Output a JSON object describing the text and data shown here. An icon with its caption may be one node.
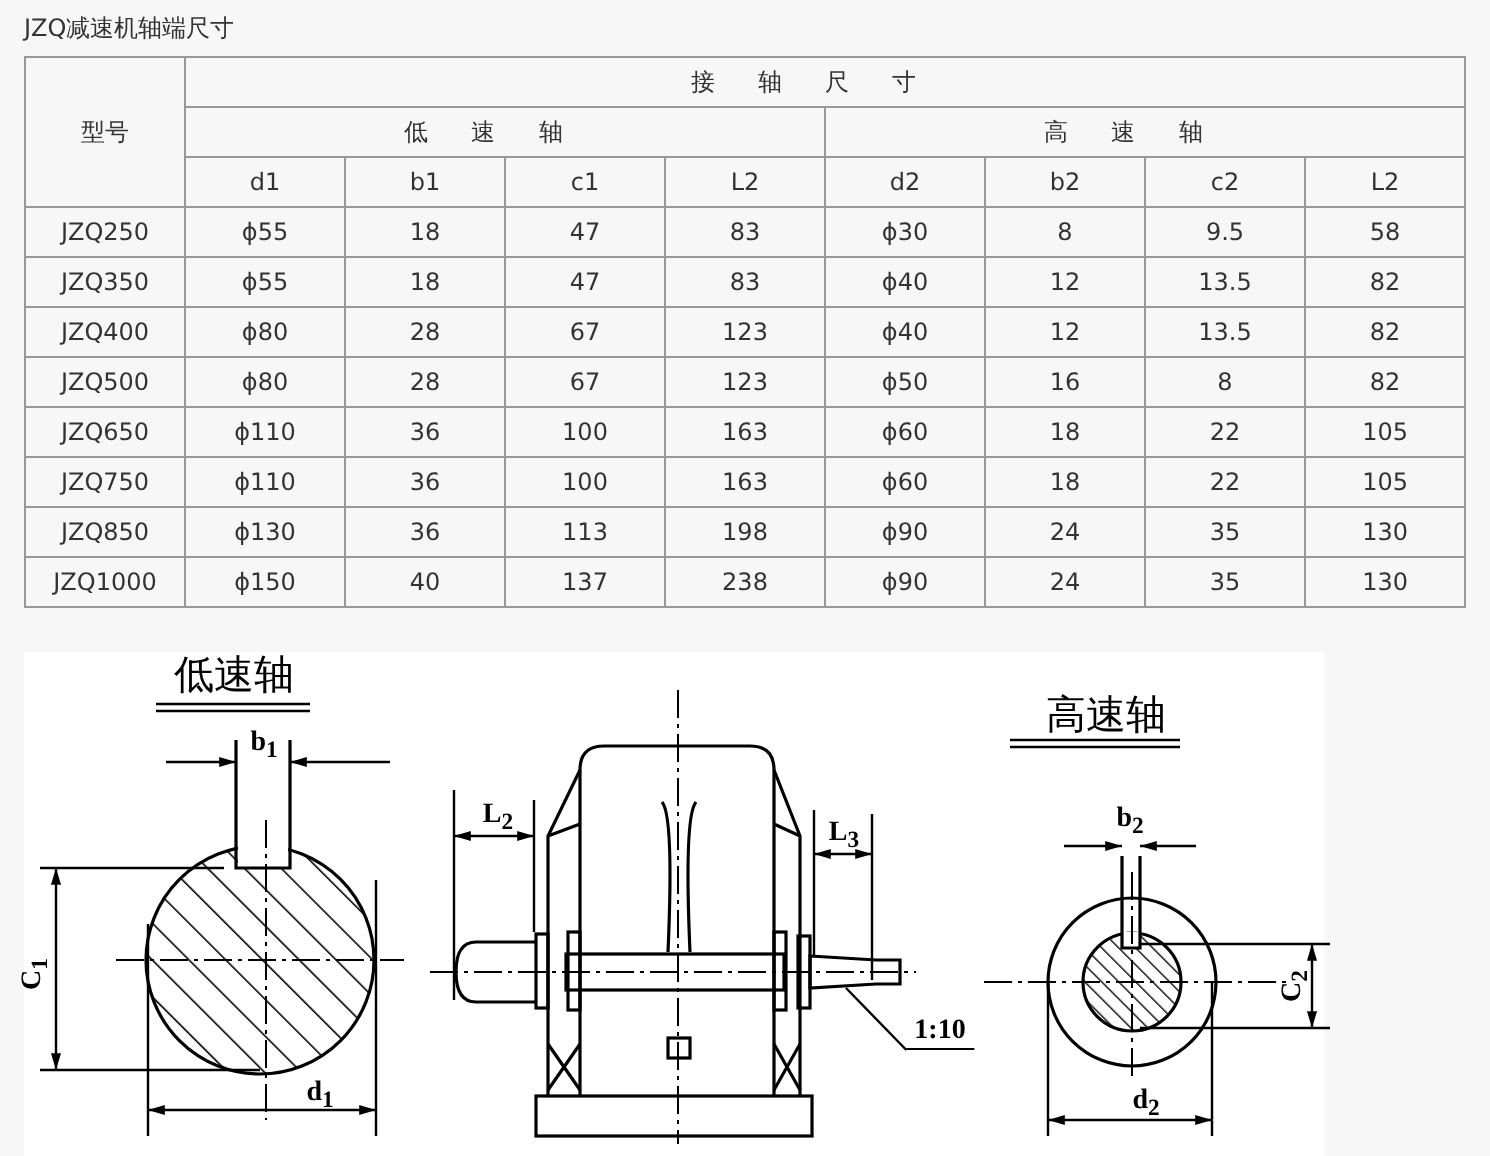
{
  "diagram": {
    "title": "JZQ减速机轴端尺寸",
    "nodes": [
      {
        "text": [
          "1:10"
        ]
      },
      {
        "text": [],
        "shape": "box"
      }
    ],
    "edges": [
      {
        "from": 0,
        "to": 1,
        "arrow": "none"
      }
    ],
    "labels": [
      "型号",
      "接轴尺寸",
      "低速轴",
      "高速轴",
      "d1",
      "b1",
      "c1",
      "L2",
      "d2",
      "b2",
      "c2",
      "L2",
      "JZQ250",
      "ϕ55",
      "18",
      "47",
      "83",
      "ϕ30",
      "8",
      "9.5",
      "58",
      "JZQ350",
      "ϕ55",
      "18",
      "47",
      "83",
      "ϕ40",
      "12",
      "13.5",
      "82",
      "JZQ400",
      "ϕ80",
      "28",
      "67",
      "123",
      "ϕ40",
      "12",
      "13.5",
      "82",
      "JZQ500",
      "ϕ80",
      "28",
      "67",
      "123",
      "ϕ50",
      "16",
      "8",
      "82",
      "JZQ650",
      "ϕ110",
      "36",
      "100",
      "163",
      "ϕ60",
      "18",
      "22",
      "105",
      "JZQ750",
      "ϕ110",
      "36",
      "100",
      "163",
      "ϕ60",
      "18",
      "22",
      "105",
      "JZQ850",
      "ϕ130",
      "36",
      "113",
      "198",
      "ϕ90",
      "24",
      "35",
      "130",
      "JZQ1000",
      "ϕ150",
      "40",
      "137",
      "238",
      "ϕ90",
      "24",
      "35",
      "130",
      "低速轴",
      "b$_{1}$",
      "C$_{1}$",
      "d$_{1}$",
      "L$_{2}$",
      "L$_{3}$",
      "高速轴",
      "b$_{2}$",
      "C$_{2}$",
      "d$_{2}$"
    ]
  }
}
